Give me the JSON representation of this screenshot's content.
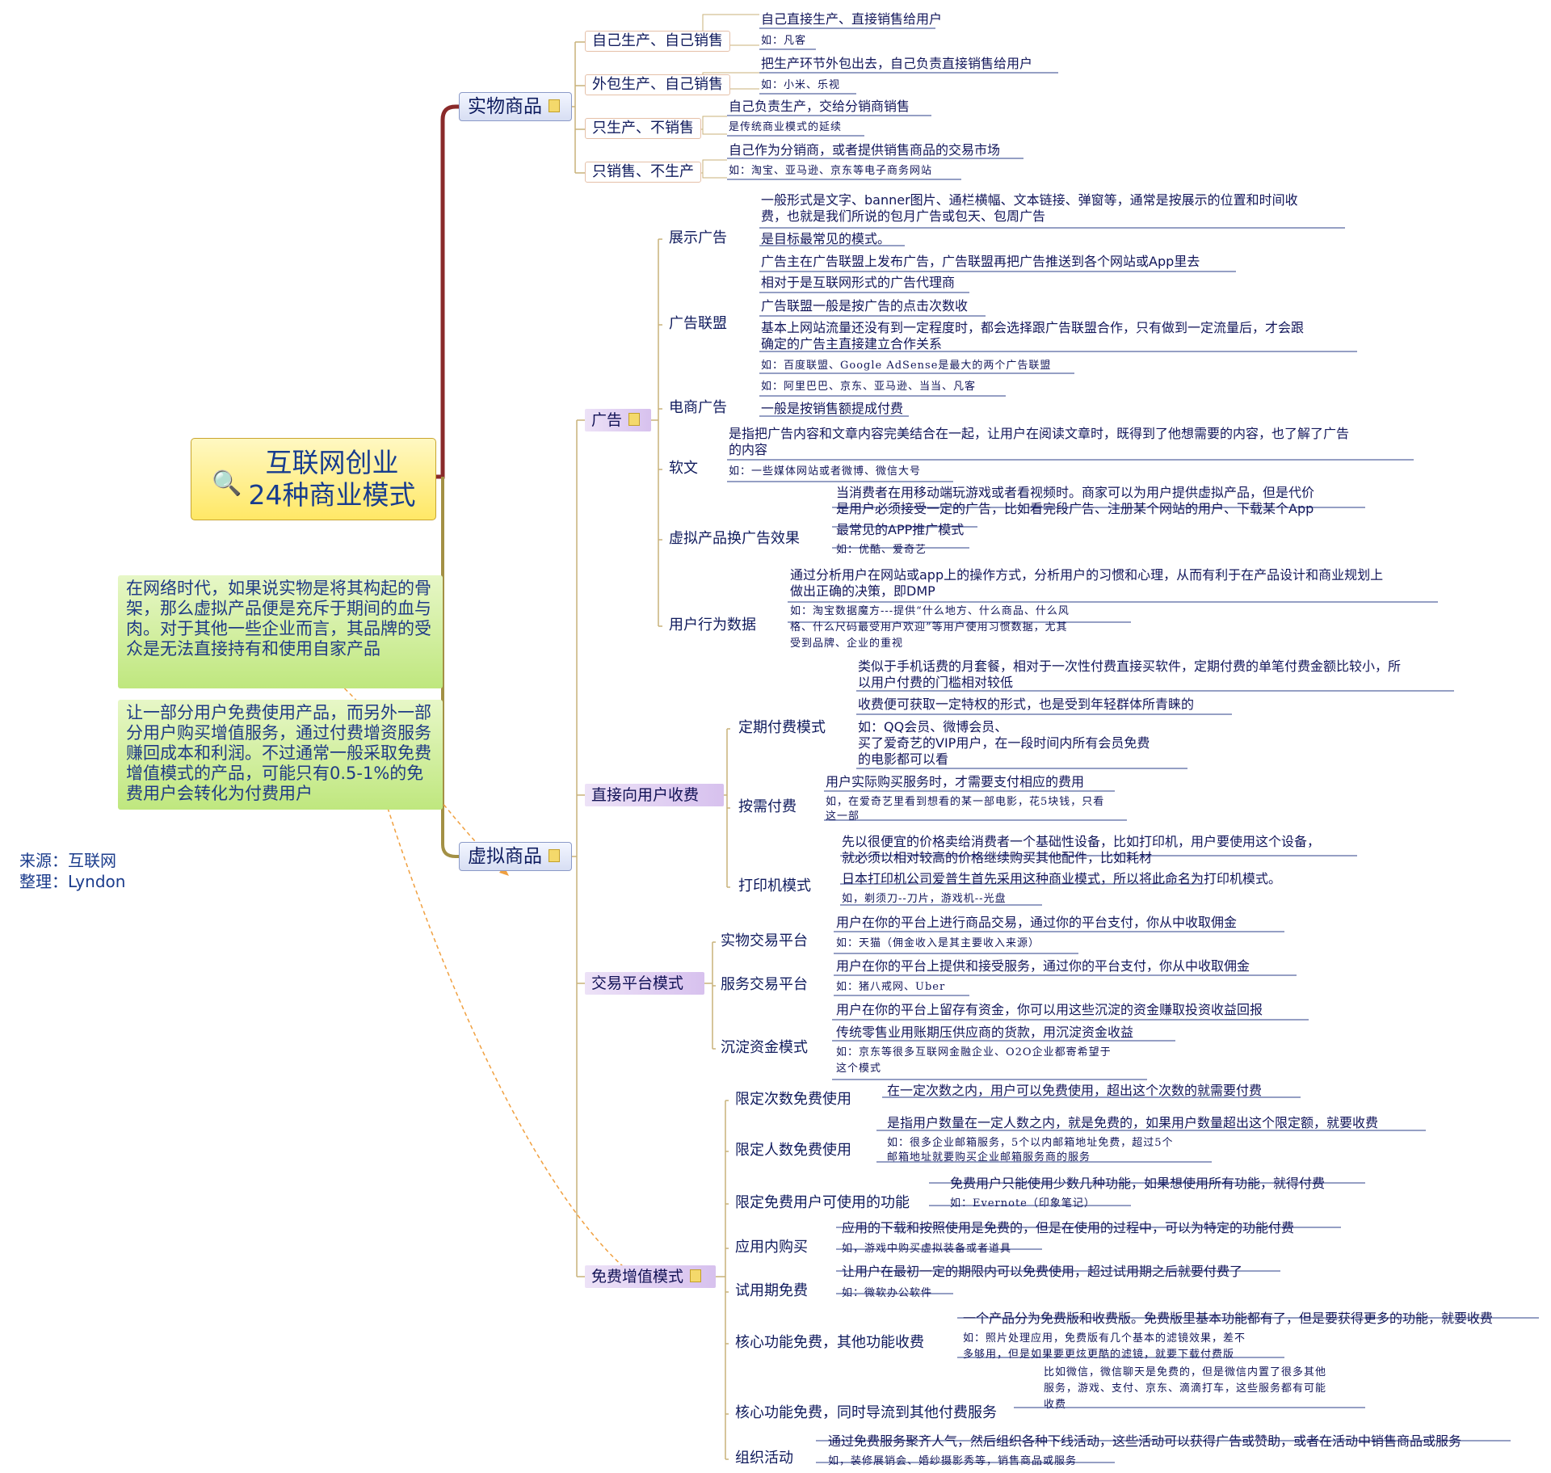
{
  "central": {
    "line1": "互联网创业",
    "line2": "24种商业模式"
  },
  "notes": {
    "n1": "在网络时代，如果说实物是将其构起的骨架，那么虚拟产品便是充斥于期间的血与肉。对于其他一些企业而言，其品牌的受众是无法直接持有和使用自家产品",
    "n2": "让一部分用户免费使用产品，而另外一部分用户购买增值服务，通过付费增资服务赚回成本和利润。不过通常一般采取免费增值模式的产品，可能只有0.5-1%的免费用户会转化为付费用户"
  },
  "source": {
    "line1": "来源：互联网",
    "line2": "整理：Lyndon"
  },
  "physical": {
    "label": "实物商品",
    "items": [
      {
        "label": "自己生产、自己销售",
        "desc": "自己直接生产、直接销售给用户",
        "ex": "如：凡客"
      },
      {
        "label": "外包生产、自己销售",
        "desc": "把生产环节外包出去，自己负责直接销售给用户",
        "ex": "如：小米、乐视"
      },
      {
        "label": "只生产、不销售",
        "desc": "自己负责生产，交给分销商销售",
        "ex": "是传统商业模式的延续"
      },
      {
        "label": "只销售、不生产",
        "desc": "自己作为分销商，或者提供销售商品的交易市场",
        "ex": "如：淘宝、亚马逊、京东等电子商务网站"
      }
    ]
  },
  "virtual": {
    "label": "虚拟商品",
    "ads": {
      "label": "广告",
      "display": {
        "label": "展示广告",
        "d1a": "一般形式是文字、banner图片、通栏横幅、文本链接、弹窗等，通常是按展示的位置和时间收",
        "d1b": "费，也就是我们所说的包月广告或包天、包周广告",
        "d2": "是目标最常见的模式。"
      },
      "network": {
        "label": "广告联盟",
        "d1": "广告主在广告联盟上发布广告，广告联盟再把广告推送到各个网站或App里去",
        "d2": "相对于是互联网形式的广告代理商",
        "d3": "广告联盟一般是按广告的点击次数收",
        "d4a": "基本上网站流量还没有到一定程度时，都会选择跟广告联盟合作，只有做到一定流量后，才会跟",
        "d4b": "确定的广告主直接建立合作关系",
        "ex": "如：百度联盟、Google AdSense是最大的两个广告联盟"
      },
      "ecom": {
        "label": "电商广告",
        "ex": "如：阿里巴巴、京东、亚马逊、当当、凡客",
        "d1": "一般是按销售额提成付费"
      },
      "soft": {
        "label": "软文",
        "d1a": "是指把广告内容和文章内容完美结合在一起，让用户在阅读文章时，既得到了他想需要的内容，也了解了广告",
        "d1b": "的内容",
        "ex": "如：一些媒体网站或者微博、微信大号"
      },
      "vp": {
        "label": "虚拟产品换广告效果",
        "d1a": "当消费者在用移动端玩游戏或者看视频时。商家可以为用户提供虚拟产品，但是代价",
        "d1b": "是用户必须接受一定的广告，比如看完段广告、注册某个网站的用户、下载某个App",
        "d2": "最常见的APP推广模式",
        "ex": "如：优酷、爱奇艺"
      },
      "ub": {
        "label": "用户行为数据",
        "d1a": "通过分析用户在网站或app上的操作方式，分析用户的习惯和心理，从而有利于在产品设计和商业规划上",
        "d1b": "做出正确的决策，即DMP",
        "ex1": "如：淘宝数据魔方---提供“什么地方、什么商品、什么风",
        "ex2": "格、什么尺码最受用户欢迎”等用户使用习惯数据，尤其",
        "ex3": "受到品牌、企业的重视"
      }
    },
    "direct": {
      "label": "直接向用户收费",
      "sub": {
        "label": "定期付费模式",
        "d1a": "类似于手机话费的月套餐，相对于一次性付费直接买软件，定期付费的单笔付费金额比较小，所",
        "d1b": "以用户付费的门槛相对较低",
        "d2": "收费便可获取一定特权的形式，也是受到年轻群体所青睐的",
        "d3a": "如：QQ会员、微博会员、",
        "d3b": "买了爱奇艺的VIP用户，在一段时间内所有会员免费",
        "d3c": "的电影都可以看"
      },
      "ondemand": {
        "label": "按需付费",
        "d1": "用户实际购买服务时，才需要支付相应的费用",
        "ex1": "如，在爱奇艺里看到想看的某一部电影，花5块钱，只看",
        "ex2": "这一部"
      },
      "printer": {
        "label": "打印机模式",
        "d1a": "先以很便宜的价格卖给消费者一个基础性设备，比如打印机，用户要使用这个设备，",
        "d1b": "就必须以相对较高的价格继续购买其他配件，比如耗材",
        "d2": "日本打印机公司爱普生首先采用这种商业模式，所以将此命名为打印机模式。",
        "ex": "如，剃须刀--刀片，游戏机--光盘"
      }
    },
    "platform": {
      "label": "交易平台模式",
      "goods": {
        "label": "实物交易平台",
        "d1": "用户在你的平台上进行商品交易，通过你的平台支付，你从中收取佣金",
        "ex": "如：天猫（佣金收入是其主要收入来源）"
      },
      "service": {
        "label": "服务交易平台",
        "d1": "用户在你的平台上提供和接受服务，通过你的平台支付，你从中收取佣金",
        "ex": "如：猪八戒网、Uber"
      },
      "float": {
        "label": "沉淀资金模式",
        "d1": "用户在你的平台上留存有资金，你可以用这些沉淀的资金赚取投资收益回报",
        "d2": "传统零售业用账期压供应商的货款，用沉淀资金收益",
        "ex1": "如：京东等很多互联网金融企业、O2O企业都寄希望于",
        "ex2": "这个模式"
      }
    },
    "freemium": {
      "label": "免费增值模式",
      "times": {
        "label": "限定次数免费使用",
        "d1": "在一定次数之内，用户可以免费使用，超出这个次数的就需要付费"
      },
      "users": {
        "label": "限定人数免费使用",
        "d1": "是指用户数量在一定人数之内，就是免费的，如果用户数量超出这个限定额，就要收费",
        "ex1": "如：很多企业邮箱服务，5个以内邮箱地址免费，超过5个",
        "ex2": "邮箱地址就要购买企业邮箱服务商的服务"
      },
      "features": {
        "label": "限定免费用户可使用的功能",
        "d1": "免费用户只能使用少数几种功能，如果想使用所有功能，就得付费",
        "ex": "如：Evernote（印象笔记）"
      },
      "iap": {
        "label": "应用内购买",
        "d1": "应用的下载和按照使用是免费的，但是在使用的过程中，可以为特定的功能付费",
        "ex": "如，游戏中购买虚拟装备或者道具"
      },
      "trial": {
        "label": "试用期免费",
        "d1": "让用户在最初一定的期限内可以免费使用，超过试用期之后就要付费了",
        "ex": "如：微软办公软件"
      },
      "core": {
        "label": "核心功能免费，其他功能收费",
        "d1": "一个产品分为免费版和收费版。免费版里基本功能都有了，但是要获得更多的功能，就要收费",
        "ex1": "如：照片处理应用，免费版有几个基本的滤镜效果，差不",
        "ex2": "多够用，但是如果要更炫更酷的滤镜，就要下载付费版"
      },
      "divert": {
        "label": "核心功能免费，同时导流到其他付费服务",
        "ex1": "比如微信，微信聊天是免费的，但是微信内置了很多其他",
        "ex2": "服务，游戏、支付、京东、滴滴打车，这些服务都有可能",
        "ex3": "收费"
      },
      "events": {
        "label": "组织活动",
        "d1": "通过免费服务聚齐人气，然后组织各种下线活动，这些活动可以获得广告或赞助，或者在活动中销售商品或服务",
        "ex": "如，装修展销会、婚纱摄影秀等，销售商品或服务"
      }
    }
  },
  "colors": {
    "trunk": "#8a2a2a",
    "branch": "#c9b27a",
    "wire": "#b6b2a0",
    "leafLine": "#2b3f8a",
    "relation": "#f0a040"
  }
}
